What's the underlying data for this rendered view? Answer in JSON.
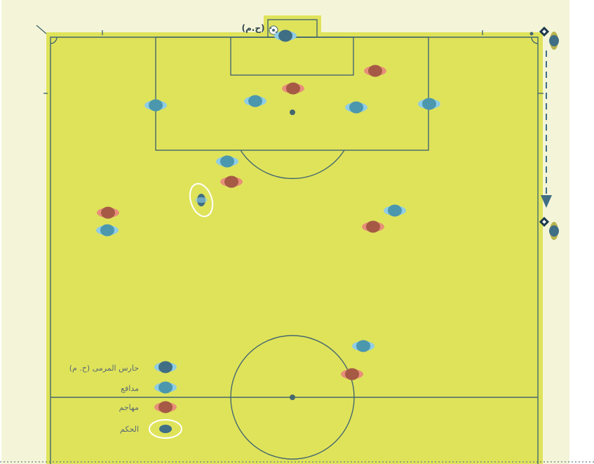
{
  "goalkeeper_tag": "(ح.م)",
  "legend": {
    "goalkeeper": "حارس المرمى (ح. م)",
    "defender": "مدافع",
    "attacker": "مهاجم",
    "referee": "الحكم"
  },
  "colors": {
    "pitch": "#dfe35a",
    "surround": "#f4f5d8",
    "lines": "#45686e",
    "goalkeeper": "#3f6e85",
    "defender": "#4b97ae",
    "attacker": "#a65a45",
    "attacker_arms": "#e88f7a",
    "defender_arms": "#8fcde6",
    "referee_ring": "#ffffff",
    "assistant_flag": "#1e3a4c"
  },
  "icons": [
    "football-icon",
    "corner-flag-icon",
    "assistant-flag-icon",
    "run-arrow-icon"
  ]
}
